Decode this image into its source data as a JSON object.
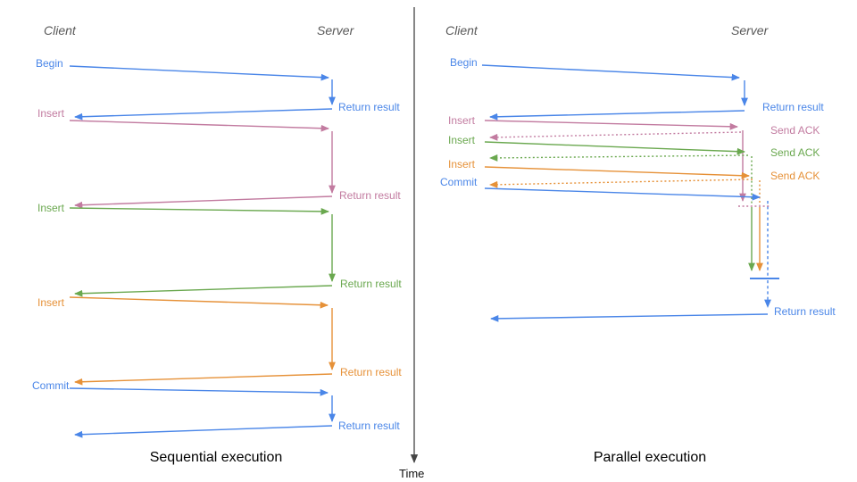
{
  "colors": {
    "blue": "#4a86e8",
    "magenta": "#c27ba0",
    "green": "#6aa84f",
    "orange": "#e69138",
    "axis": "#444444",
    "header_gray": "#595959"
  },
  "left_panel": {
    "title": "Sequential execution",
    "client_header": "Client",
    "server_header": "Server",
    "rows": [
      {
        "request": "Begin",
        "response": "Return result"
      },
      {
        "request": "Insert",
        "response": "Return result"
      },
      {
        "request": "Insert",
        "response": "Return result"
      },
      {
        "request": "Insert",
        "response": "Return result"
      },
      {
        "request": "Commit",
        "response": "Return result"
      }
    ]
  },
  "right_panel": {
    "title": "Parallel execution",
    "client_header": "Client",
    "server_header": "Server",
    "rows": [
      {
        "request": "Begin",
        "response": "Return result"
      },
      {
        "request": "Insert",
        "response": "Send ACK"
      },
      {
        "request": "Insert",
        "response": "Send ACK"
      },
      {
        "request": "Insert",
        "response": "Send ACK"
      },
      {
        "request": "Commit",
        "response": ""
      }
    ],
    "final_response": "Return result"
  },
  "time_axis": {
    "label": "Time"
  }
}
